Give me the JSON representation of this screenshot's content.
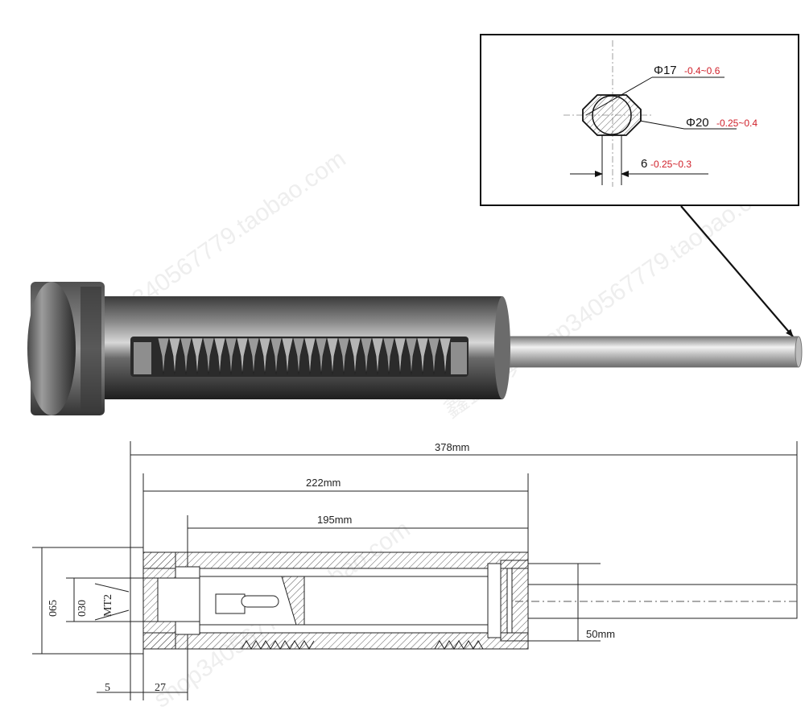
{
  "detail": {
    "phi17_label": "Φ17",
    "phi17_tol": "-0.4~0.6",
    "phi20_label": "Φ20",
    "phi20_tol": "-0.25~0.4",
    "six_label": "6",
    "six_tol": "-0.25~0.3"
  },
  "dimensions": {
    "overall": "378mm",
    "mid": "222mm",
    "inner": "195mm",
    "rod_dia": "50mm",
    "d65": "065",
    "d30": "030",
    "mt2": "MT2",
    "w5": "5",
    "w27": "27"
  },
  "watermarks": [
    "shop340567779.taobao.com",
    "鑫正工具shop340567779.taobao.com",
    "shop340567779.taobao.com"
  ],
  "colors": {
    "tolerance": "#d0202a",
    "line": "#222222",
    "metal_dark": "#2b2b2b",
    "metal_light": "#c9c9c9"
  }
}
